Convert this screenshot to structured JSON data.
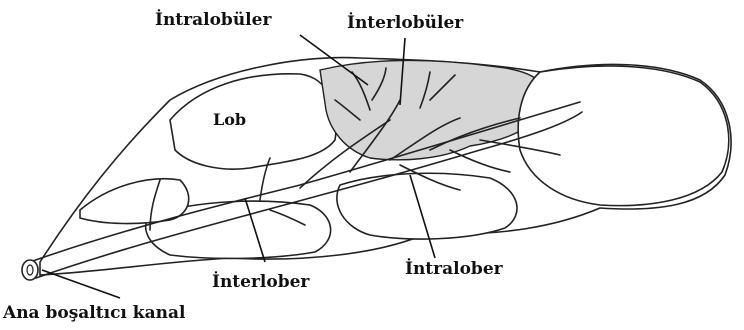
{
  "labels": {
    "intralobuler": "İntralobüler",
    "interlobuler": "İnterlobüler",
    "lob": "Lob",
    "interlober": "İnterlober",
    "intralober": "İntralober",
    "ana_bosaltici_kanal": "Ana boşaltıcı kanal"
  }
}
